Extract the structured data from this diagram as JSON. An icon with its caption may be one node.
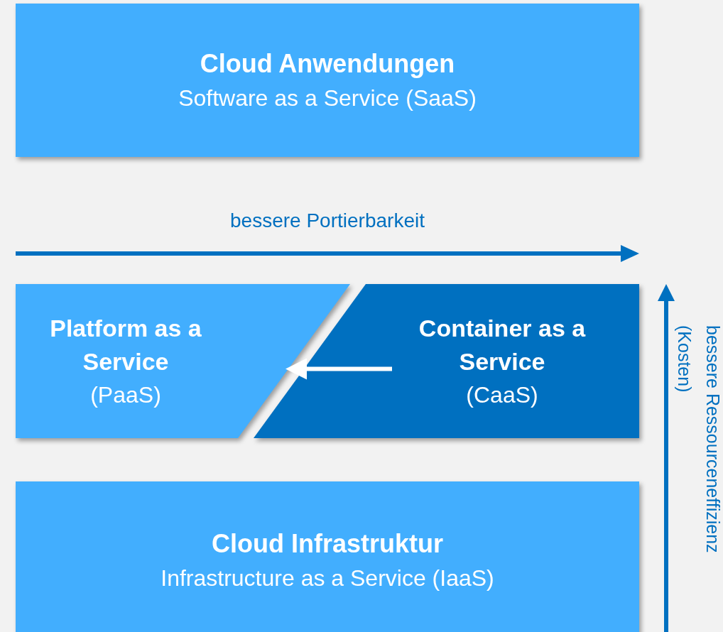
{
  "diagram": {
    "nodes": [
      {
        "text": [
          "Cloud Anwendungen",
          "Software as a Service (SaaS)"
        ]
      },
      {
        "text": [
          "Platform as a Service",
          "(PaaS)"
        ]
      },
      {
        "text": [
          "Container as a Service",
          "(CaaS)"
        ]
      },
      {
        "text": [
          "Cloud Infrastruktur",
          "Infrastructure as a Service (IaaS)"
        ]
      }
    ],
    "edges": [
      {
        "from": 2,
        "to": 1,
        "arrow": "to",
        "color": "#ffffff"
      }
    ],
    "labels": [
      "bessere Portierbarkeit",
      "bessere Ressourceneffizienz",
      "(Kosten)"
    ]
  }
}
